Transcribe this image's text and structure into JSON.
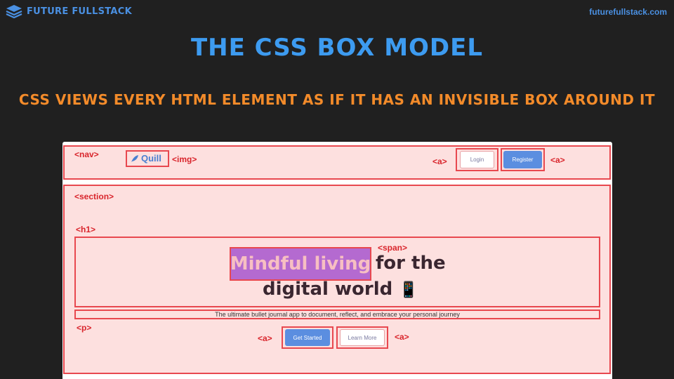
{
  "brand": {
    "name": "FUTURE FULLSTACK",
    "url": "futurefullstack.com",
    "icon": "layers-icon",
    "color": "#4a90e2"
  },
  "slide": {
    "title": "THE CSS BOX MODEL",
    "subtitle": "CSS VIEWS EVERY HTML ELEMENT AS IF IT HAS AN INVISIBLE BOX AROUND IT"
  },
  "colors": {
    "title": "#3d9bf0",
    "subtitle": "#f38b2a",
    "box_border": "#e8484f",
    "box_fill": "#fde0df",
    "tag": "#d9252c",
    "button": "#5b8ee0",
    "span_bg": "#b46ad0"
  },
  "tags": {
    "nav": "<nav>",
    "img": "<img>",
    "a_login": "<a>",
    "a_register": "<a>",
    "section": "<section>",
    "h1": "<h1>",
    "span": "<span>",
    "p": "<p>",
    "a_get_started": "<a>",
    "a_learn_more": "<a>"
  },
  "mockup": {
    "logo": "Quill",
    "logo_icon": "feather-icon",
    "login": "Login",
    "register": "Register",
    "h1_highlight": "Mindful living",
    "h1_rest": "for the",
    "h1_line2": "digital world",
    "h1_emoji": "📱",
    "paragraph": "The ultimate bullet journal app to document, reflect, and embrace your personal journey",
    "get_started": "Get Started",
    "learn_more": "Learn More"
  }
}
